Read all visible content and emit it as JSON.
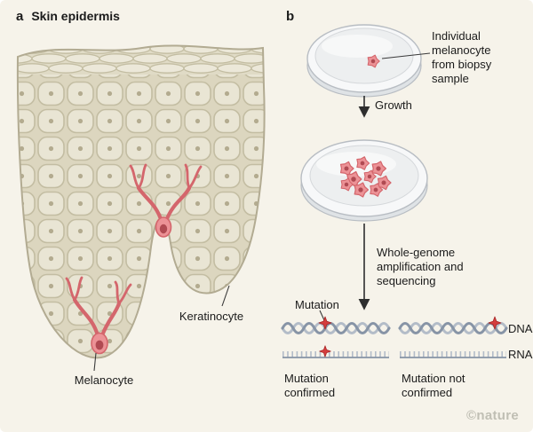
{
  "panel_a": {
    "letter": "a",
    "title": "Skin epidermis",
    "keratinocyte_label": "Keratinocyte",
    "melanocyte_label": "Melanocyte"
  },
  "panel_b": {
    "letter": "b",
    "biopsy_caption": "Individual melanocyte from biopsy sample",
    "growth_label": "Growth",
    "sequencing_label": "Whole-genome amplification and sequencing",
    "mutation_label": "Mutation",
    "dna_label": "DNA",
    "rna_label": "RNA",
    "result_confirmed": "Mutation confirmed",
    "result_not_confirmed": "Mutation not confirmed"
  },
  "watermark": "©nature",
  "colors": {
    "background": "#f6f3ea",
    "text": "#1b1b1b",
    "tissue_fill": "#e9e5d4",
    "tissue_line": "#c3bda2",
    "melanocyte_fill": "#ec9296",
    "melanocyte_stroke": "#d4666c",
    "melanocyte_dark": "#b04a52",
    "mutation_red": "#d43d3d",
    "helix_dark": "#8794a6",
    "helix_light": "#b3bcc8"
  }
}
